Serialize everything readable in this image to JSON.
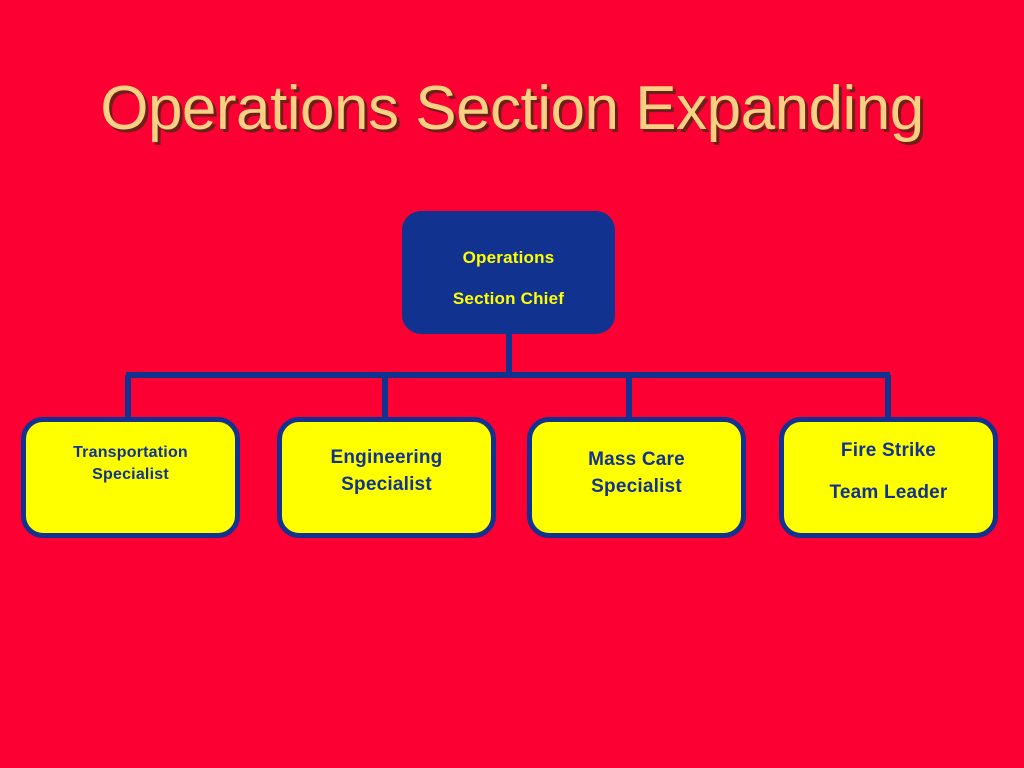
{
  "slide": {
    "title": "Operations Section Expanding",
    "background_color": "#fc0033",
    "title_color": "#fad083",
    "title_shadow_color": "#6e2018"
  },
  "palette": {
    "navy": "#11338f",
    "yellow": "#ffff00",
    "red": "#fc0033"
  },
  "org_chart": {
    "root": {
      "name": "operations-section-chief",
      "line1": "Operations",
      "line2": "Section Chief",
      "fill_color": "#11338f",
      "text_color": "#ffff00"
    },
    "children": [
      {
        "name": "transportation-specialist",
        "line1": "Transportation",
        "line2": "Specialist",
        "fill_color": "#ffff00",
        "text_color": "#11338f",
        "border_color": "#11338f"
      },
      {
        "name": "engineering-specialist",
        "line1": "Engineering",
        "line2": "Specialist",
        "fill_color": "#ffff00",
        "text_color": "#11338f",
        "border_color": "#11338f"
      },
      {
        "name": "mass-care-specialist",
        "line1": "Mass Care",
        "line2": "Specialist",
        "fill_color": "#ffff00",
        "text_color": "#11338f",
        "border_color": "#11338f"
      },
      {
        "name": "fire-strike-team-leader",
        "line1": "Fire Strike",
        "line2": "Team Leader",
        "fill_color": "#ffff00",
        "text_color": "#11338f",
        "border_color": "#11338f"
      }
    ]
  }
}
